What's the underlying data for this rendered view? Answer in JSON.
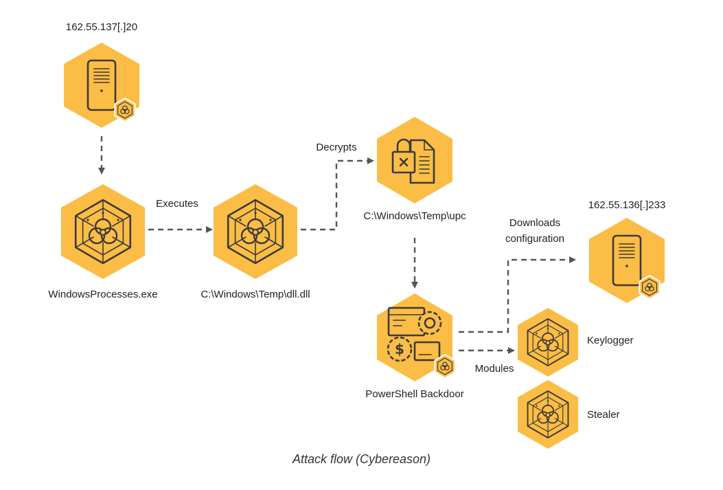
{
  "nodes": {
    "server1": {
      "label": "162.55.137[.]20",
      "icon": "server-icon"
    },
    "windows_processes": {
      "label": "WindowsProcesses.exe",
      "icon": "biohazard-icon"
    },
    "dll": {
      "label": "C:\\Windows\\Temp\\dll.dll",
      "icon": "biohazard-icon"
    },
    "upc": {
      "label": "C:\\Windows\\Temp\\upc",
      "icon": "encrypted-file-icon"
    },
    "server2": {
      "label": "162.55.136[.]233",
      "icon": "server-icon"
    },
    "powershell": {
      "label": "PowerShell Backdoor",
      "icon": "gears-script-icon"
    },
    "keylogger": {
      "label": "Keylogger",
      "icon": "biohazard-icon"
    },
    "stealer": {
      "label": "Stealer",
      "icon": "biohazard-icon"
    }
  },
  "edges": {
    "executes": "Executes",
    "decrypts": "Decrypts",
    "downloads_line1": "Downloads",
    "downloads_line2": "configuration",
    "modules": "Modules"
  },
  "caption": "Attack flow (Cybereason)",
  "colors": {
    "hex_fill": "#fbbd45",
    "icon_stroke": "#3a3a3a",
    "arrow": "#555555"
  }
}
